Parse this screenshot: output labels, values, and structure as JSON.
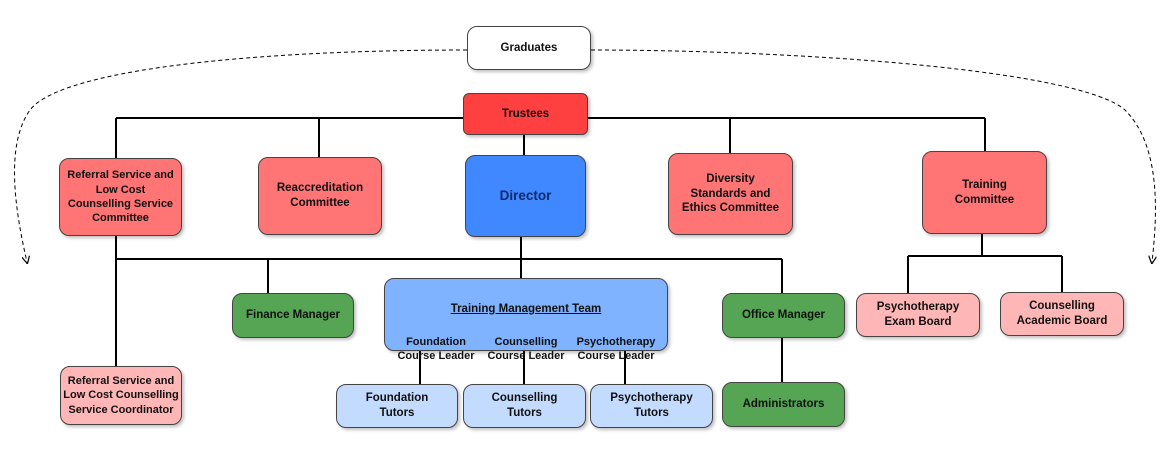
{
  "graduates": "Graduates",
  "trustees": "Trustees",
  "referral_committee": "Referral Service and\nLow Cost\nCounselling Service\nCommittee",
  "reaccreditation": "Reaccreditation\nCommittee",
  "director": "Director",
  "diversity": "Diversity\nStandards and\nEthics Committee",
  "training_committee": "Training\nCommittee",
  "finance_manager": "Finance Manager",
  "tmt": {
    "title": "Training Management Team",
    "members": [
      "Foundation\nCourse Leader",
      "Counselling\nCourse Leader",
      "Psychotherapy\nCourse Leader"
    ]
  },
  "office_manager": "Office Manager",
  "psychotherapy_exam_board": "Psychotherapy\nExam Board",
  "counselling_academic_board": "Counselling\nAcademic Board",
  "referral_coordinator": "Referral Service and\nLow Cost Counselling\nService Coordinator",
  "foundation_tutors": "Foundation\nTutors",
  "counselling_tutors": "Counselling\nTutors",
  "psychotherapy_tutors": "Psychotherapy\nTutors",
  "administrators": "Administrators",
  "colors": {
    "trustees": "#ff4040",
    "committee": "#ff7474",
    "board": "#ffb6b6",
    "director": "#4088ff",
    "team": "#7fb2ff",
    "tutors": "#c3dbff",
    "staff": "#55a555"
  }
}
